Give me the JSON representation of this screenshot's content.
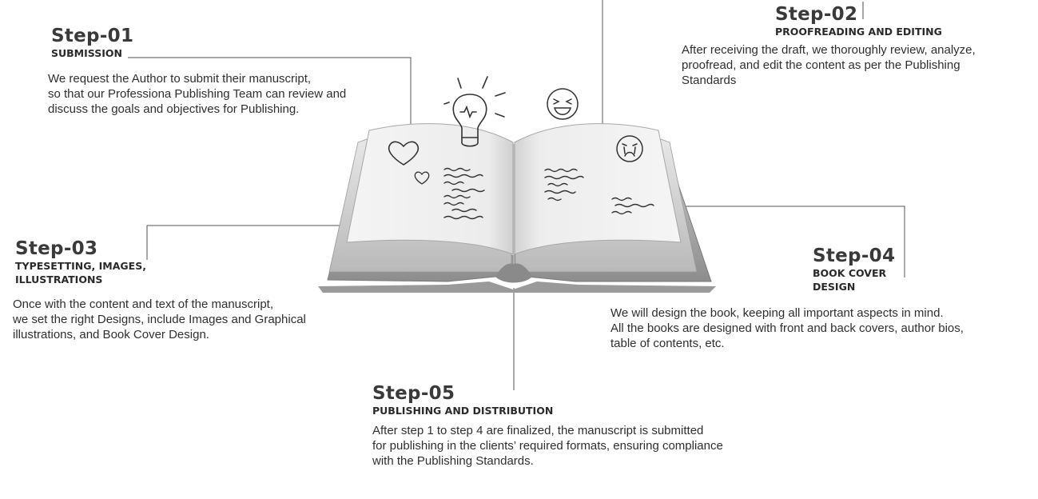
{
  "steps": [
    {
      "title": "Step-01",
      "subtitle_lines": [
        "SUBMISSION"
      ],
      "body_lines": [
        "We request the Author to submit their manuscript,",
        "so that our Professiona Publishing Team can review and",
        "discuss the goals and objectives for Publishing."
      ]
    },
    {
      "title": "Step-02",
      "subtitle_lines": [
        "PROOFREADING AND EDITING"
      ],
      "body_lines": [
        "After receiving the draft, we thoroughly review, analyze,",
        "proofread, and edit the content as per the Publishing",
        "Standards"
      ]
    },
    {
      "title": "Step-03",
      "subtitle_lines": [
        "TYPESETTING, IMAGES,",
        "ILLUSTRATIONS"
      ],
      "body_lines": [
        "Once with the content and text of the manuscript,",
        "we set the right Designs, include Images and Graphical",
        "illustrations, and Book Cover Design."
      ]
    },
    {
      "title": "Step-04",
      "subtitle_lines": [
        "BOOK COVER",
        "DESIGN"
      ],
      "body_lines": [
        "We will design the book, keeping all important aspects in mind.",
        "All the books are designed with front and back covers, author bios,",
        "table of contents, etc."
      ]
    },
    {
      "title": "Step-05",
      "subtitle_lines": [
        "PUBLISHING AND DISTRIBUTION"
      ],
      "body_lines": [
        "After step 1 to step 4 are finalized, the manuscript is submitted",
        "for publishing in the clients’ required formats, ensuring compliance",
        "with the Publishing Standards."
      ]
    }
  ],
  "illustration": {
    "object": "open-book",
    "icons": [
      "lightbulb-icon",
      "heart-icon",
      "small-heart-icon",
      "laughing-face-icon",
      "crying-face-icon",
      "scribble-text-icon"
    ]
  },
  "colors": {
    "line": "#555555",
    "text": "#2f2f2f",
    "title": "#3a3a3a"
  }
}
